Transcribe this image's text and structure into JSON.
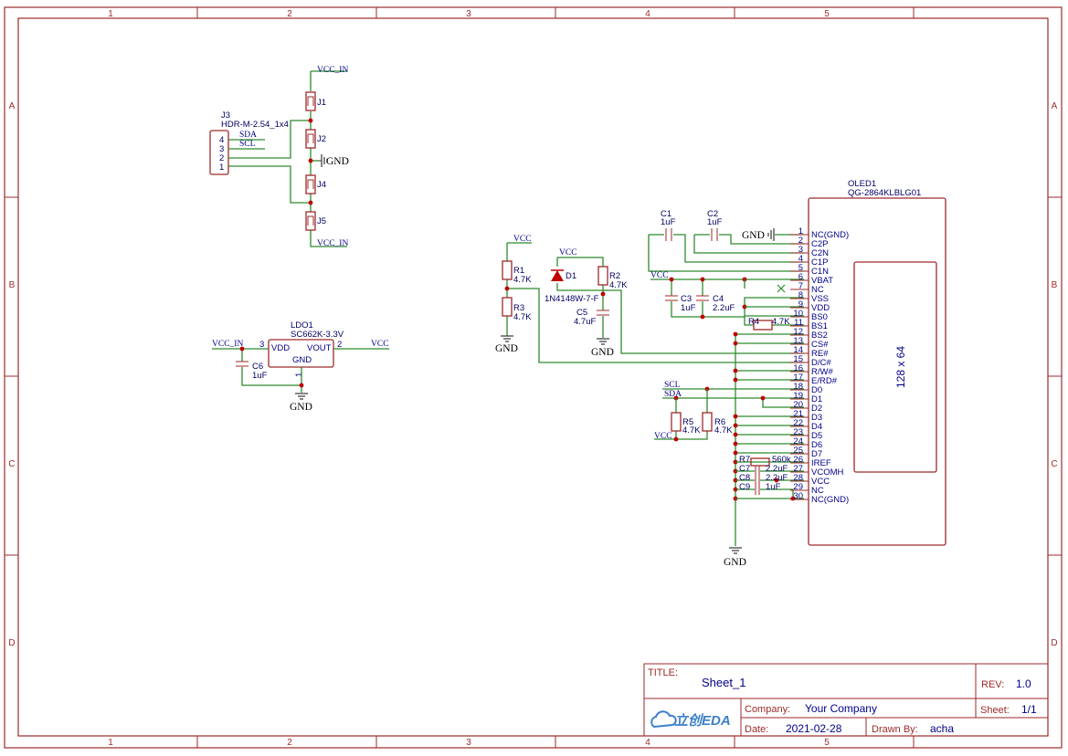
{
  "frame": {
    "columns": [
      "1",
      "2",
      "3",
      "4",
      "5"
    ],
    "rows": [
      "A",
      "B",
      "C",
      "D"
    ]
  },
  "title_block": {
    "title_label": "TITLE:",
    "title": "Sheet_1",
    "rev_label": "REV:",
    "rev": "1.0",
    "company_label": "Company:",
    "company": "Your Company",
    "sheet_label": "Sheet:",
    "sheet": "1/1",
    "date_label": "Date:",
    "date": "2021-02-28",
    "drawn_label": "Drawn By:",
    "drawn": "acha",
    "logo_text": "立创EDA"
  },
  "nets": {
    "vcc": "VCC",
    "vcc_in": "VCC_IN",
    "gnd": "GND",
    "sda": "SDA",
    "scl": "SCL"
  },
  "connector": {
    "designator": "J3",
    "part": "HDR-M-2.54_1x4",
    "pins": [
      "4",
      "3",
      "2",
      "1"
    ]
  },
  "jumpers": [
    "J1",
    "J2",
    "J4",
    "J5"
  ],
  "ldo": {
    "designator": "LDO1",
    "part": "SC662K-3.3V",
    "pin_vdd": "VDD",
    "pin_vout": "VOUT",
    "pin_gnd": "GND",
    "num_vdd": "3",
    "num_vout": "2",
    "num_gnd": "1"
  },
  "cap_c6": {
    "designator": "C6",
    "value": "1uF"
  },
  "resistors": {
    "r1": {
      "designator": "R1",
      "value": "4.7K"
    },
    "r2": {
      "designator": "R2",
      "value": "4.7K"
    },
    "r3": {
      "designator": "R3",
      "value": "4.7K"
    },
    "r4": {
      "designator": "R4",
      "value": "4.7K"
    },
    "r5": {
      "designator": "R5",
      "value": "4.7K"
    },
    "r6": {
      "designator": "R6",
      "value": "4.7K"
    },
    "r7": {
      "designator": "R7",
      "value": "560k"
    }
  },
  "diode": {
    "designator": "D1",
    "part": "1N4148W-7-F"
  },
  "caps": {
    "c1": {
      "designator": "C1",
      "value": "1uF"
    },
    "c2": {
      "designator": "C2",
      "value": "1uF"
    },
    "c3": {
      "designator": "C3",
      "value": "1uF"
    },
    "c4": {
      "designator": "C4",
      "value": "2.2uF"
    },
    "c5": {
      "designator": "C5",
      "value": "4.7uF"
    },
    "c7": {
      "designator": "C7",
      "value": "2.2uF"
    },
    "c8": {
      "designator": "C8",
      "value": "2.2uF"
    },
    "c9": {
      "designator": "C9",
      "value": "1uF"
    }
  },
  "oled": {
    "designator": "OLED1",
    "part": "QG-2864KLBLG01",
    "screen": "128 x 64",
    "pins": [
      {
        "num": "1",
        "name": "NC(GND)"
      },
      {
        "num": "2",
        "name": "C2P"
      },
      {
        "num": "3",
        "name": "C2N"
      },
      {
        "num": "4",
        "name": "C1P"
      },
      {
        "num": "5",
        "name": "C1N"
      },
      {
        "num": "6",
        "name": "VBAT"
      },
      {
        "num": "7",
        "name": "NC"
      },
      {
        "num": "8",
        "name": "VSS"
      },
      {
        "num": "9",
        "name": "VDD"
      },
      {
        "num": "10",
        "name": "BS0"
      },
      {
        "num": "11",
        "name": "BS1"
      },
      {
        "num": "12",
        "name": "BS2"
      },
      {
        "num": "13",
        "name": "CS#"
      },
      {
        "num": "14",
        "name": "RE#"
      },
      {
        "num": "15",
        "name": "D/C#"
      },
      {
        "num": "16",
        "name": "R/W#"
      },
      {
        "num": "17",
        "name": "E/RD#"
      },
      {
        "num": "18",
        "name": "D0"
      },
      {
        "num": "19",
        "name": "D1"
      },
      {
        "num": "20",
        "name": "D2"
      },
      {
        "num": "21",
        "name": "D3"
      },
      {
        "num": "22",
        "name": "D4"
      },
      {
        "num": "23",
        "name": "D5"
      },
      {
        "num": "24",
        "name": "D6"
      },
      {
        "num": "25",
        "name": "D7"
      },
      {
        "num": "26",
        "name": "IREF"
      },
      {
        "num": "27",
        "name": "VCOMH"
      },
      {
        "num": "28",
        "name": "VCC"
      },
      {
        "num": "29",
        "name": "NC"
      },
      {
        "num": "30",
        "name": "NC(GND)"
      }
    ]
  }
}
